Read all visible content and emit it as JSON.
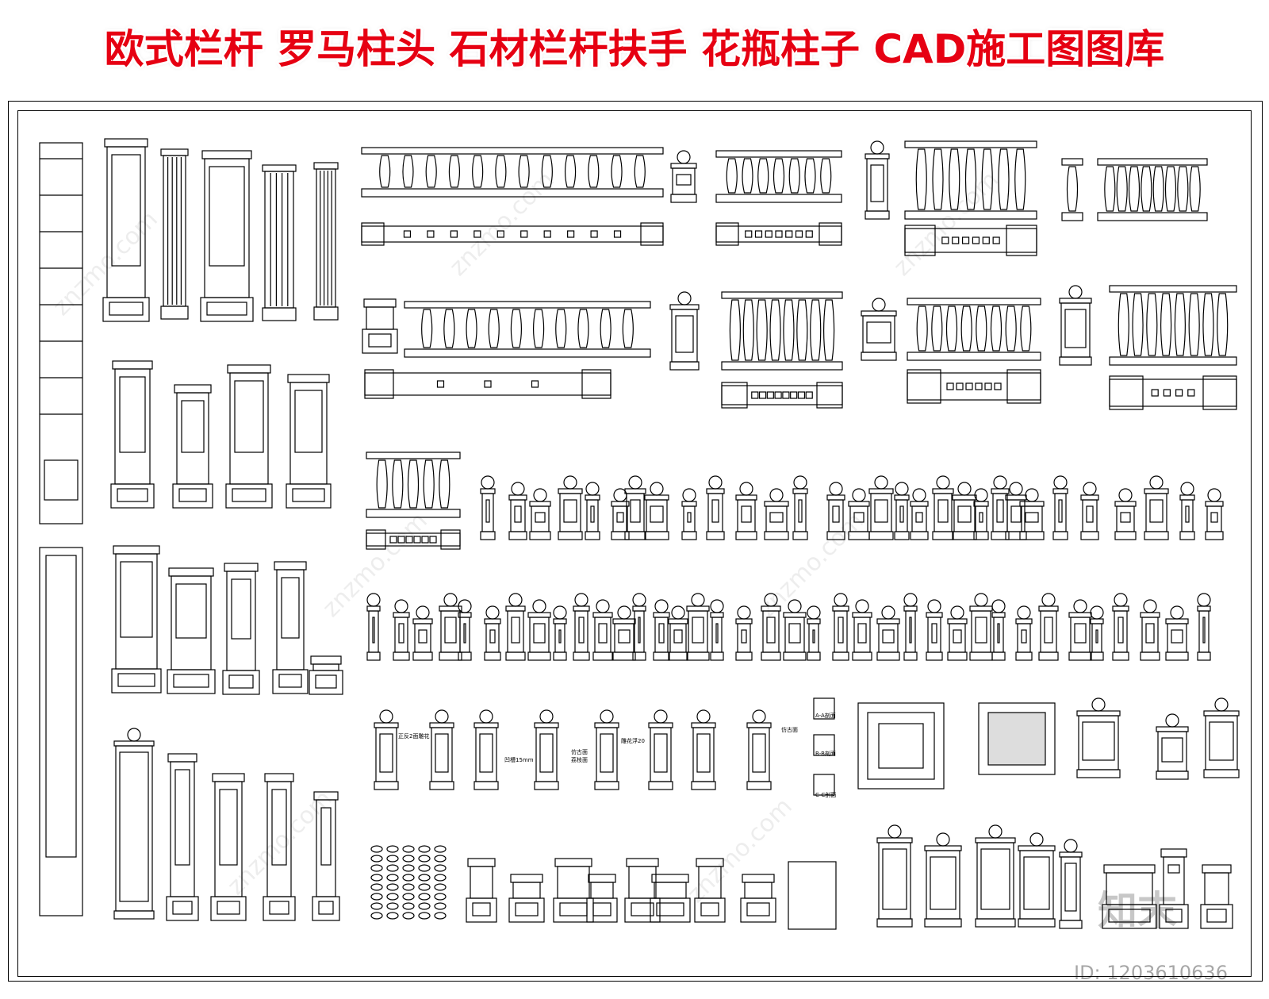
{
  "title": "欧式栏杆 罗马柱头 石材栏杆扶手 花瓶柱子 CAD施工图图库",
  "watermark": {
    "logo": "知末",
    "id": "ID: 1203610636",
    "site": "znzmo.com"
  },
  "labels": {
    "l1": "正反2面雕花",
    "l2": "凹槽15mm",
    "l3": "仿古面",
    "l4": "荔枝面",
    "l5": "雕花浮20",
    "l6": "仿古面",
    "l7": "A-A剖面",
    "l8": "B-B剖面",
    "l9": "C-C剖面"
  },
  "colors": {
    "title": "#e60012",
    "line": "#000000",
    "background": "#ffffff"
  }
}
